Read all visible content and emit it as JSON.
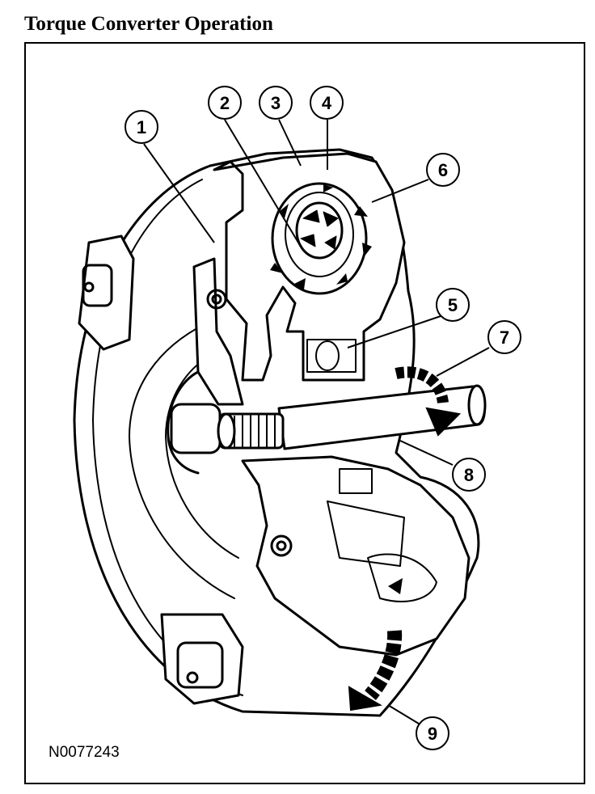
{
  "title": "Torque Converter Operation",
  "figure_id": "N0077243",
  "callouts": [
    {
      "id": "callout-1",
      "label": "1"
    },
    {
      "id": "callout-2",
      "label": "2"
    },
    {
      "id": "callout-3",
      "label": "3"
    },
    {
      "id": "callout-4",
      "label": "4"
    },
    {
      "id": "callout-5",
      "label": "5"
    },
    {
      "id": "callout-6",
      "label": "6"
    },
    {
      "id": "callout-7",
      "label": "7"
    },
    {
      "id": "callout-8",
      "label": "8"
    },
    {
      "id": "callout-9",
      "label": "9"
    }
  ],
  "colors": {
    "line": "#000000",
    "background": "#ffffff"
  }
}
